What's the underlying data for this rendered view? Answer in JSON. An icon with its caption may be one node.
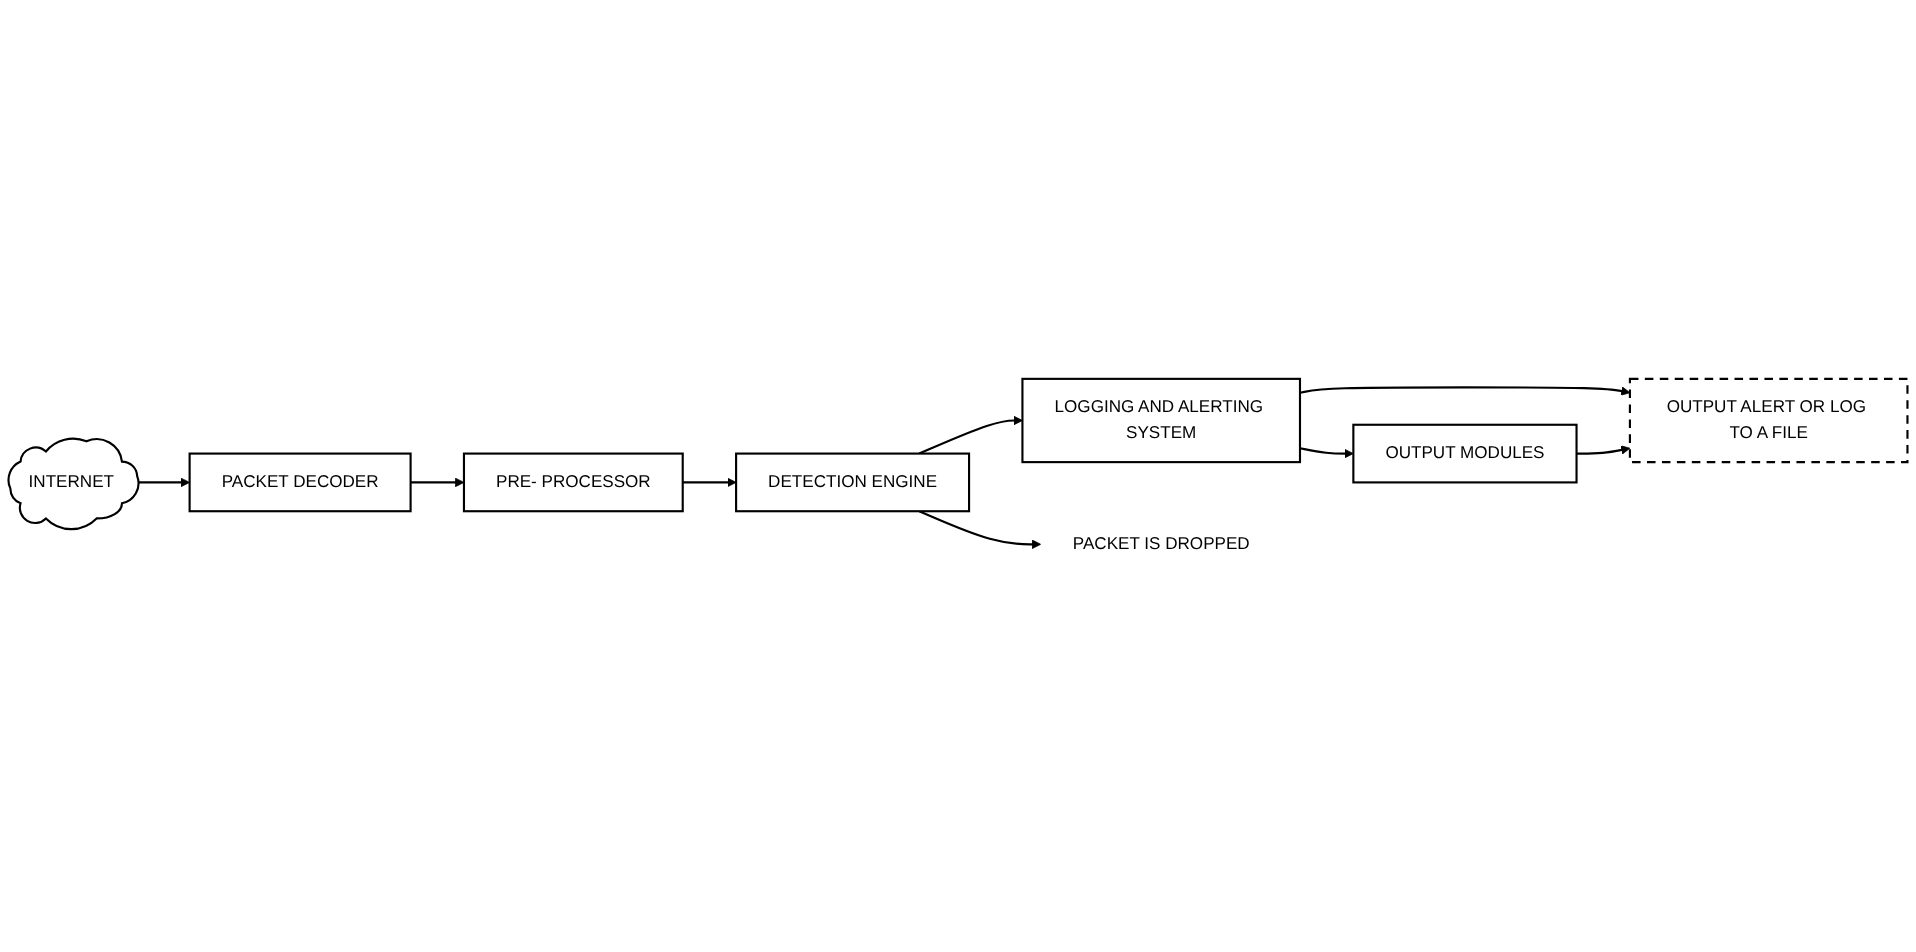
{
  "diagram": {
    "nodes": [
      {
        "text": [
          "INTERNET"
        ]
      },
      {
        "text": [
          "PACKET DECODER"
        ]
      },
      {
        "text": [
          "PRE- PROCESSOR"
        ]
      },
      {
        "text": [
          "DETECTION ENGINE"
        ]
      },
      {
        "text": [
          "LOGGING AND ALERTING SYSTEM"
        ]
      },
      {
        "text": [
          "OUTPUT MODULES"
        ]
      },
      {
        "text": [
          "PACKET IS DROPPED"
        ]
      },
      {
        "text": [
          "OUTPUT ALERT OR LOG TO A FILE"
        ]
      }
    ],
    "edges": [
      {
        "from": 0,
        "to": 1,
        "arrow": "to"
      },
      {
        "from": 1,
        "to": 2,
        "arrow": "to"
      },
      {
        "from": 2,
        "to": 3,
        "arrow": "to"
      },
      {
        "from": 3,
        "to": 4,
        "arrow": "to"
      },
      {
        "from": 3,
        "to": 6,
        "arrow": "to"
      },
      {
        "from": 4,
        "to": 7,
        "arrow": "to"
      },
      {
        "from": 4,
        "to": 5,
        "arrow": "to"
      },
      {
        "from": 5,
        "to": 7,
        "arrow": "to"
      }
    ]
  }
}
